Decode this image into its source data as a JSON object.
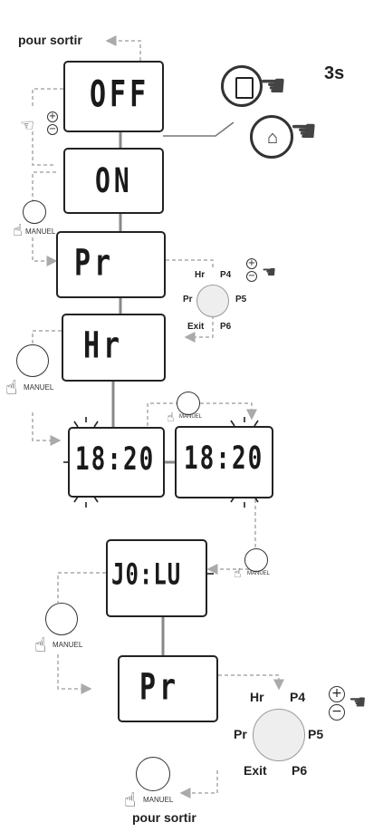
{
  "header": {
    "exit_label": "pour sortir"
  },
  "footer": {
    "exit_label": "pour sortir"
  },
  "hold_time": "3s",
  "button_label": "MANUEL",
  "displays": {
    "off": "OFF",
    "on": "ON",
    "pr": "Pr",
    "hr": "Hr",
    "time_hours": "18:20",
    "time_minutes": "18:20",
    "day": "J0:LU",
    "pr_end": "Pr"
  },
  "menu_small": {
    "top_left": "Hr",
    "top_right": "P4",
    "left": "Pr",
    "right": "P5",
    "bottom_left": "Exit",
    "bottom_right": "P6"
  },
  "menu_large": {
    "top_left": "Hr",
    "top_right": "P4",
    "left": "Pr",
    "right": "P5",
    "bottom_left": "Exit",
    "bottom_right": "P6"
  },
  "plus_symbol": "+",
  "minus_symbol": "−",
  "colors": {
    "line": "#9a9a9a",
    "arrow": "#aaaaaa",
    "display_border": "#222222",
    "text": "#222222"
  }
}
